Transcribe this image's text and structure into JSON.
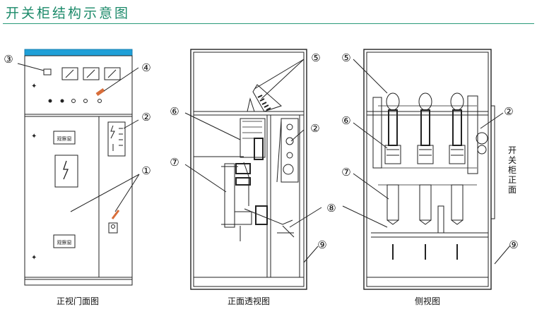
{
  "title": "开关柜结构示意图",
  "captions": {
    "front": "正视门面图",
    "transparent": "正面透视图",
    "side": "侧视图"
  },
  "side_label": "开关柜正面",
  "door_plates": {
    "upper": "观察窗",
    "lower": "观察窗"
  },
  "callouts": {
    "c1": "①",
    "c2": "②",
    "c3": "③",
    "c4": "④",
    "c5": "⑤",
    "c6": "⑥",
    "c7": "⑦",
    "c8": "⑧",
    "c9": "⑨"
  },
  "colors": {
    "title": "#1c8a6a",
    "roof_band": "#1fa0d8",
    "indicator_bar": "#d86d39",
    "line": "#222222"
  }
}
